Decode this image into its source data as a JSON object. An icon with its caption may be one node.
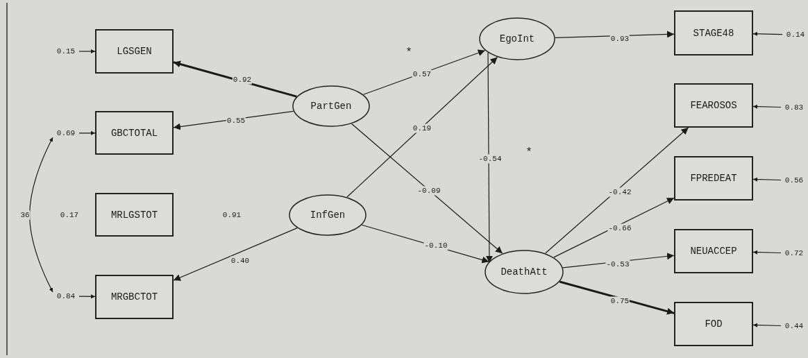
{
  "diagram": {
    "nodes": [
      {
        "text": [
          "0.15"
        ]
      },
      {
        "text": [
          "LGSGEN"
        ]
      },
      {
        "text": [
          "0.69"
        ]
      },
      {
        "text": [
          "GBCTOTAL"
        ]
      },
      {
        "text": [
          "MRLGSTOT"
        ]
      },
      {
        "text": [
          "0.84"
        ]
      },
      {
        "text": [
          "MRGBCTOT"
        ]
      },
      {
        "text": [
          "PartGen"
        ]
      },
      {
        "text": [
          "InfGen"
        ]
      },
      {
        "text": [
          "EgoInt"
        ]
      },
      {
        "text": [
          "DeathAtt"
        ]
      },
      {
        "text": [
          "STAGE48"
        ]
      },
      {
        "text": [
          "0.14"
        ]
      },
      {
        "text": [
          "FEAROSOS"
        ]
      },
      {
        "text": [
          "0.83"
        ]
      },
      {
        "text": [
          "FPREDEAT"
        ]
      },
      {
        "text": [
          "0.56"
        ]
      },
      {
        "text": [
          "NEUACCEP"
        ]
      },
      {
        "text": [
          "0.72"
        ]
      },
      {
        "text": [
          "FOD"
        ]
      },
      {
        "text": [
          "0.44"
        ]
      }
    ],
    "edges": [
      {
        "from": 7,
        "to": 1,
        "arrow": "to",
        "label": "0.92",
        "style": "thick"
      },
      {
        "from": 7,
        "to": 3,
        "arrow": "to",
        "label": "0.55"
      },
      {
        "from": 8,
        "to": 6,
        "arrow": "to",
        "label": "0.40"
      },
      {
        "from": 7,
        "to": 9,
        "arrow": "to",
        "label": "0.57"
      },
      {
        "from": 8,
        "to": 9,
        "arrow": "to",
        "label": "0.19"
      },
      {
        "from": 7,
        "to": 10,
        "arrow": "to",
        "label": "-0.09"
      },
      {
        "from": 8,
        "to": 10,
        "arrow": "to",
        "label": "-0.10"
      },
      {
        "from": 9,
        "to": 10,
        "arrow": "to",
        "label": "-0.54"
      },
      {
        "from": 9,
        "to": 11,
        "arrow": "to",
        "label": "0.93"
      },
      {
        "from": 10,
        "to": 13,
        "arrow": "to",
        "label": "-0.42"
      },
      {
        "from": 10,
        "to": 15,
        "arrow": "to",
        "label": "-0.66"
      },
      {
        "from": 10,
        "to": 17,
        "arrow": "to",
        "label": "-0.53"
      },
      {
        "from": 10,
        "to": 19,
        "arrow": "to",
        "label": "0.75",
        "style": "thick"
      },
      {
        "from": 0,
        "to": 1,
        "arrow": "to"
      },
      {
        "from": 2,
        "to": 3,
        "arrow": "to"
      },
      {
        "from": 5,
        "to": 6,
        "arrow": "to"
      },
      {
        "from": 12,
        "to": 11,
        "arrow": "to"
      },
      {
        "from": 14,
        "to": 13,
        "arrow": "to"
      },
      {
        "from": 16,
        "to": 15,
        "arrow": "to"
      },
      {
        "from": 18,
        "to": 17,
        "arrow": "to"
      },
      {
        "from": 20,
        "to": 19,
        "arrow": "to"
      },
      {
        "from": 2,
        "to": 5,
        "arrow": "both",
        "label": "36"
      }
    ],
    "labels": [
      "*",
      "*",
      "0.17",
      "0.91"
    ]
  }
}
